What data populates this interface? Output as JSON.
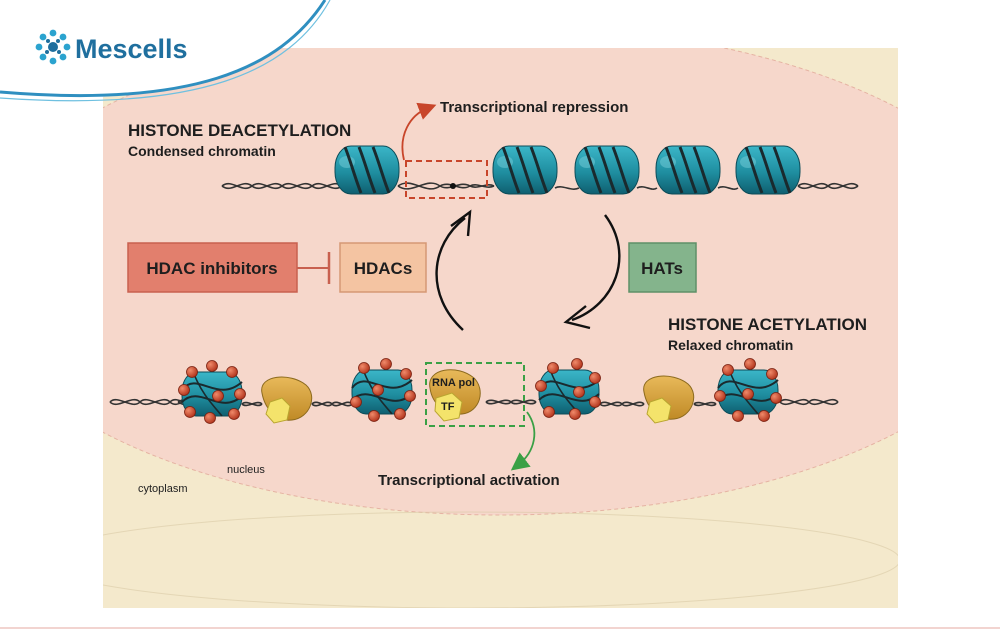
{
  "brand": {
    "name": "Mescells",
    "color": "#1f6f9e",
    "accent": "#2ba3cf"
  },
  "diagram": {
    "deacetylation": {
      "title": "HISTONE DEACETYLATION",
      "subtitle": "Condensed chromatin"
    },
    "acetylation": {
      "title": "HISTONE ACETYLATION",
      "subtitle": "Relaxed chromatin"
    },
    "repression_label": "Transcriptional repression",
    "activation_label": "Transcriptional activation",
    "boxes": {
      "hdac_inhibitors": "HDAC inhibitors",
      "hdacs": "HDACs",
      "hats": "HATs"
    },
    "rna_pol_label": "RNA pol",
    "tf_label": "TF",
    "nucleus_label": "nucleus",
    "cytoplasm_label": "cytoplasm"
  },
  "colors": {
    "cytoplasm": "#f4e9cc",
    "nucleus": "#f6d7cb",
    "nucleosome": "#1f8ea0",
    "acetyl": "#c8452a",
    "repression_arrow": "#c8452a",
    "activation_arrow": "#3aa045",
    "hdac_inhibitors_box": "#e27f6d",
    "hdacs_box": "#f4c4a2",
    "hats_box": "#84b48c"
  }
}
